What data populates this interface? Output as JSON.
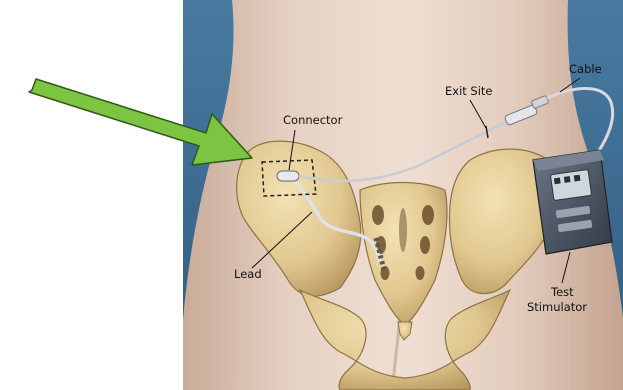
{
  "labels": {
    "connector": "Connector",
    "exit_site": "Exit Site",
    "cable": "Cable",
    "lead": "Lead",
    "test_stimulator_line1": "Test",
    "test_stimulator_line2": "Stimulator"
  },
  "colors": {
    "background": "#3f6e95",
    "skin": "#d9c3b4",
    "bone": "#e2cc96",
    "bone_shadow": "#a98d57",
    "arrow": "#7cc442",
    "cable": "#c9ccd1",
    "device": "#46505f"
  }
}
